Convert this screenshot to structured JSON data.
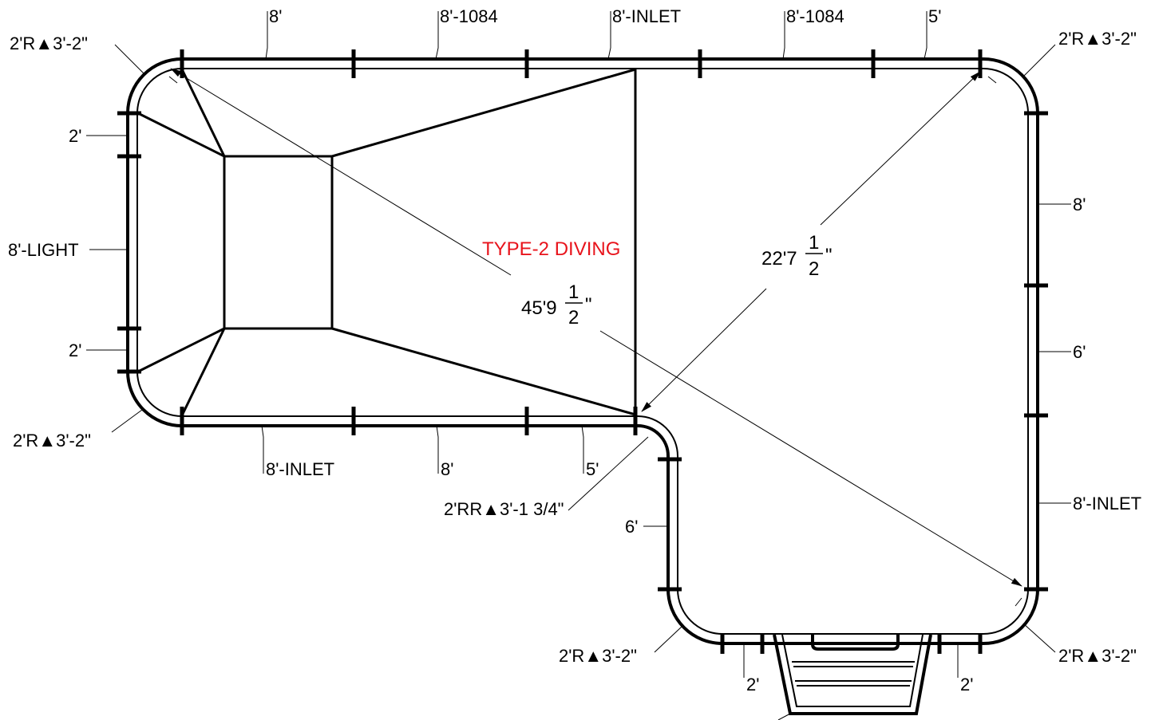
{
  "note": {
    "text": "TYPE-2 DIVING",
    "color": "#e8141c"
  },
  "dimensions": {
    "diagonal_long": {
      "whole": "45'9",
      "num": "1",
      "den": "2",
      "unit": "\""
    },
    "diagonal_short": {
      "whole": "22'7",
      "num": "1",
      "den": "2",
      "unit": "\""
    }
  },
  "top_panels": [
    "8'",
    "8'-1084",
    "8'-INLET",
    "8'-1084",
    "5'"
  ],
  "bottom_panels": [
    "8'-INLET",
    "8'",
    "5'"
  ],
  "left_panels": [
    "2'",
    "8'-LIGHT",
    "2'"
  ],
  "right_panels": [
    "8'",
    "6'",
    "8'-INLET"
  ],
  "step_side_panel": "6'",
  "bottom_step_panels": [
    "2'",
    "2'"
  ],
  "corners": {
    "top_left": "2'R▲3'-2\"",
    "top_right": "2'R▲3'-2\"",
    "bottom_left": "2'R▲3'-2\"",
    "inner": "2'RR▲3'-1 3/4\"",
    "step_left": "2'R▲3'-2\"",
    "bottom_right": "2'R▲3'-2\""
  }
}
